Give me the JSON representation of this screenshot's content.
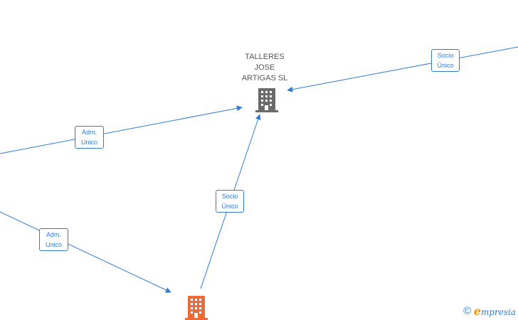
{
  "nodes": {
    "main_company": {
      "name_lines": [
        "TALLERES",
        "JOSE",
        "ARTIGAS SL"
      ],
      "icon": "building-icon",
      "color": "#6b6b6b"
    },
    "bottom_company": {
      "icon": "building-icon",
      "color": "#f06a35"
    }
  },
  "edges": [
    {
      "id": "top-right",
      "label_lines": [
        "Socio",
        "Único"
      ]
    },
    {
      "id": "left-upper",
      "label_lines": [
        "Adm.",
        "Unico"
      ]
    },
    {
      "id": "bottom-to-main",
      "label_lines": [
        "Socio",
        "Único"
      ]
    },
    {
      "id": "left-lower",
      "label_lines": [
        "Adm.",
        "Unico"
      ]
    }
  ],
  "colors": {
    "edge": "#2f7bd6"
  },
  "footer": {
    "copyright_symbol": "©",
    "brand_first_letter": "e",
    "brand_rest": "mpresia"
  }
}
